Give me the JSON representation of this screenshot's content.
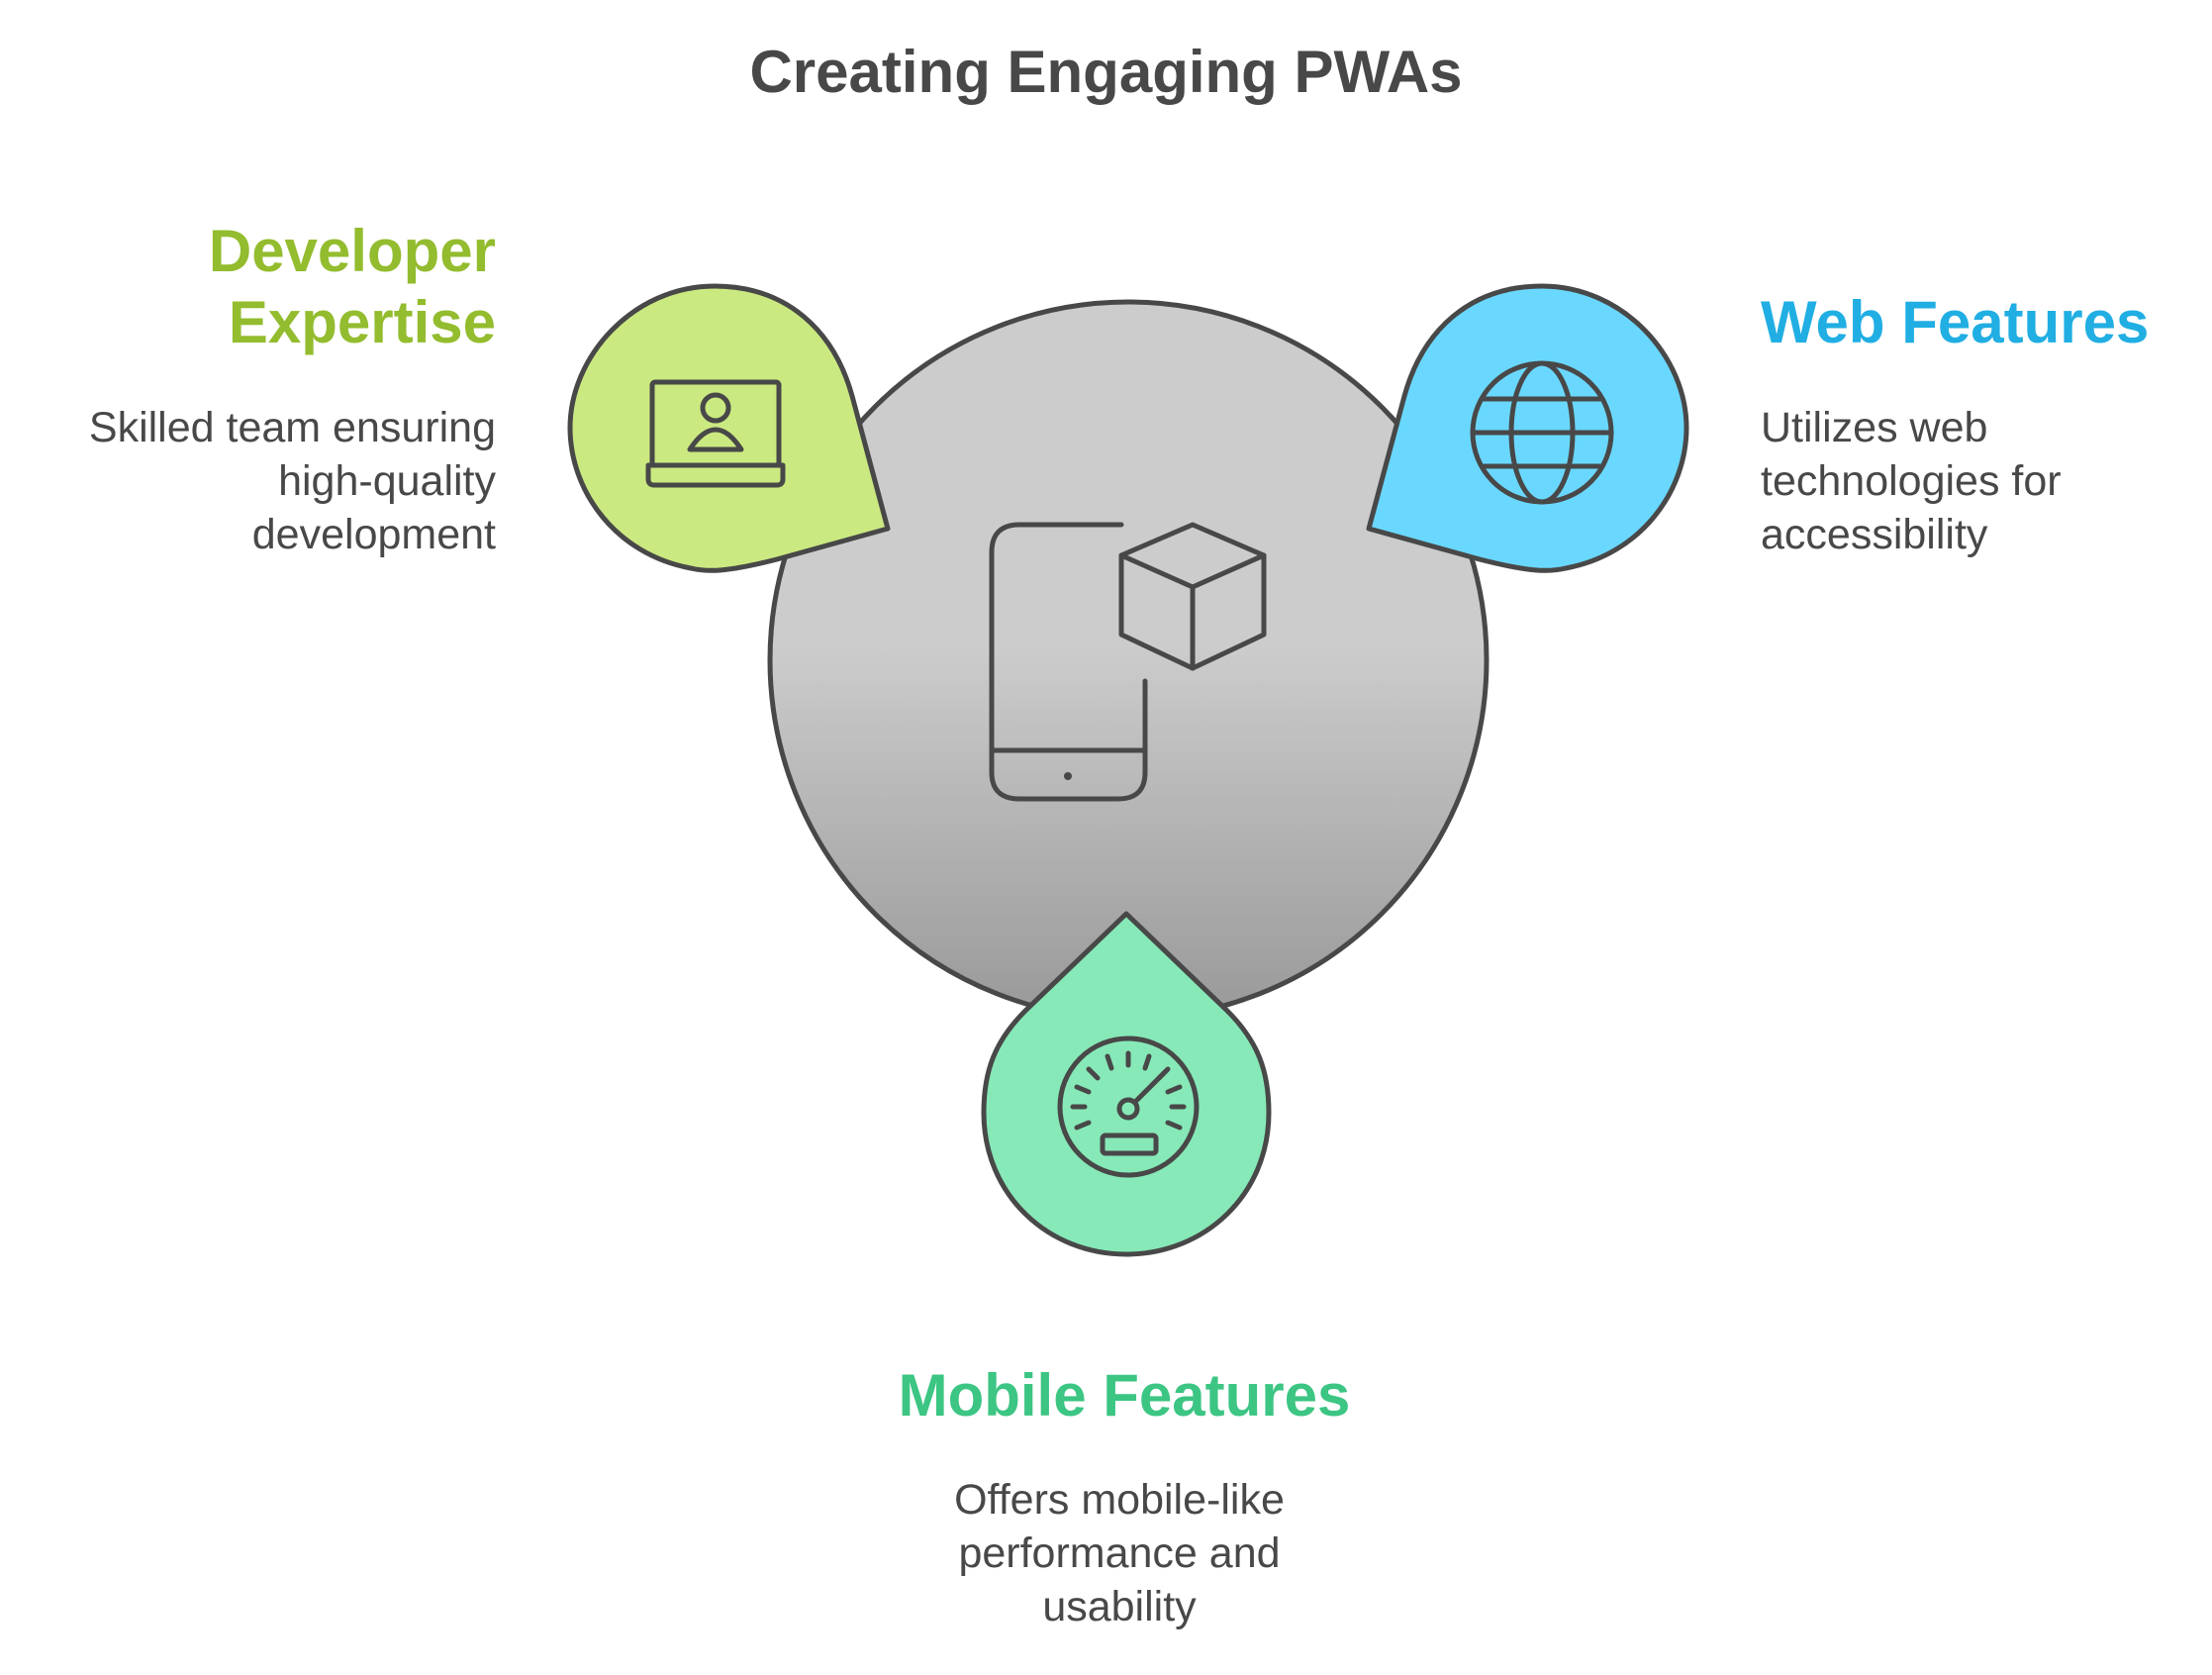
{
  "title": "Creating Engaging PWAs",
  "colors": {
    "developer": "#93bc2e",
    "developer_fill": "#cbe981",
    "web": "#20aee3",
    "web_fill": "#6ad8fe",
    "mobile": "#3cc583",
    "mobile_fill": "#87e9b8",
    "center_fill_top": "#cccccc",
    "center_fill_bottom": "#999999",
    "stroke": "#484848",
    "text": "#484848"
  },
  "center": {
    "icon": "mobile-app-icon"
  },
  "sections": {
    "developer": {
      "heading": "Developer\nExpertise",
      "description": "Skilled team ensuring\nhigh-quality\ndevelopment",
      "icon": "laptop-user-icon"
    },
    "web": {
      "heading": "Web Features",
      "description": "Utilizes web\ntechnologies for\naccessibility",
      "icon": "globe-icon"
    },
    "mobile": {
      "heading": "Mobile Features",
      "description": "Offers mobile-like\nperformance and\nusability",
      "icon": "speedometer-icon"
    }
  }
}
